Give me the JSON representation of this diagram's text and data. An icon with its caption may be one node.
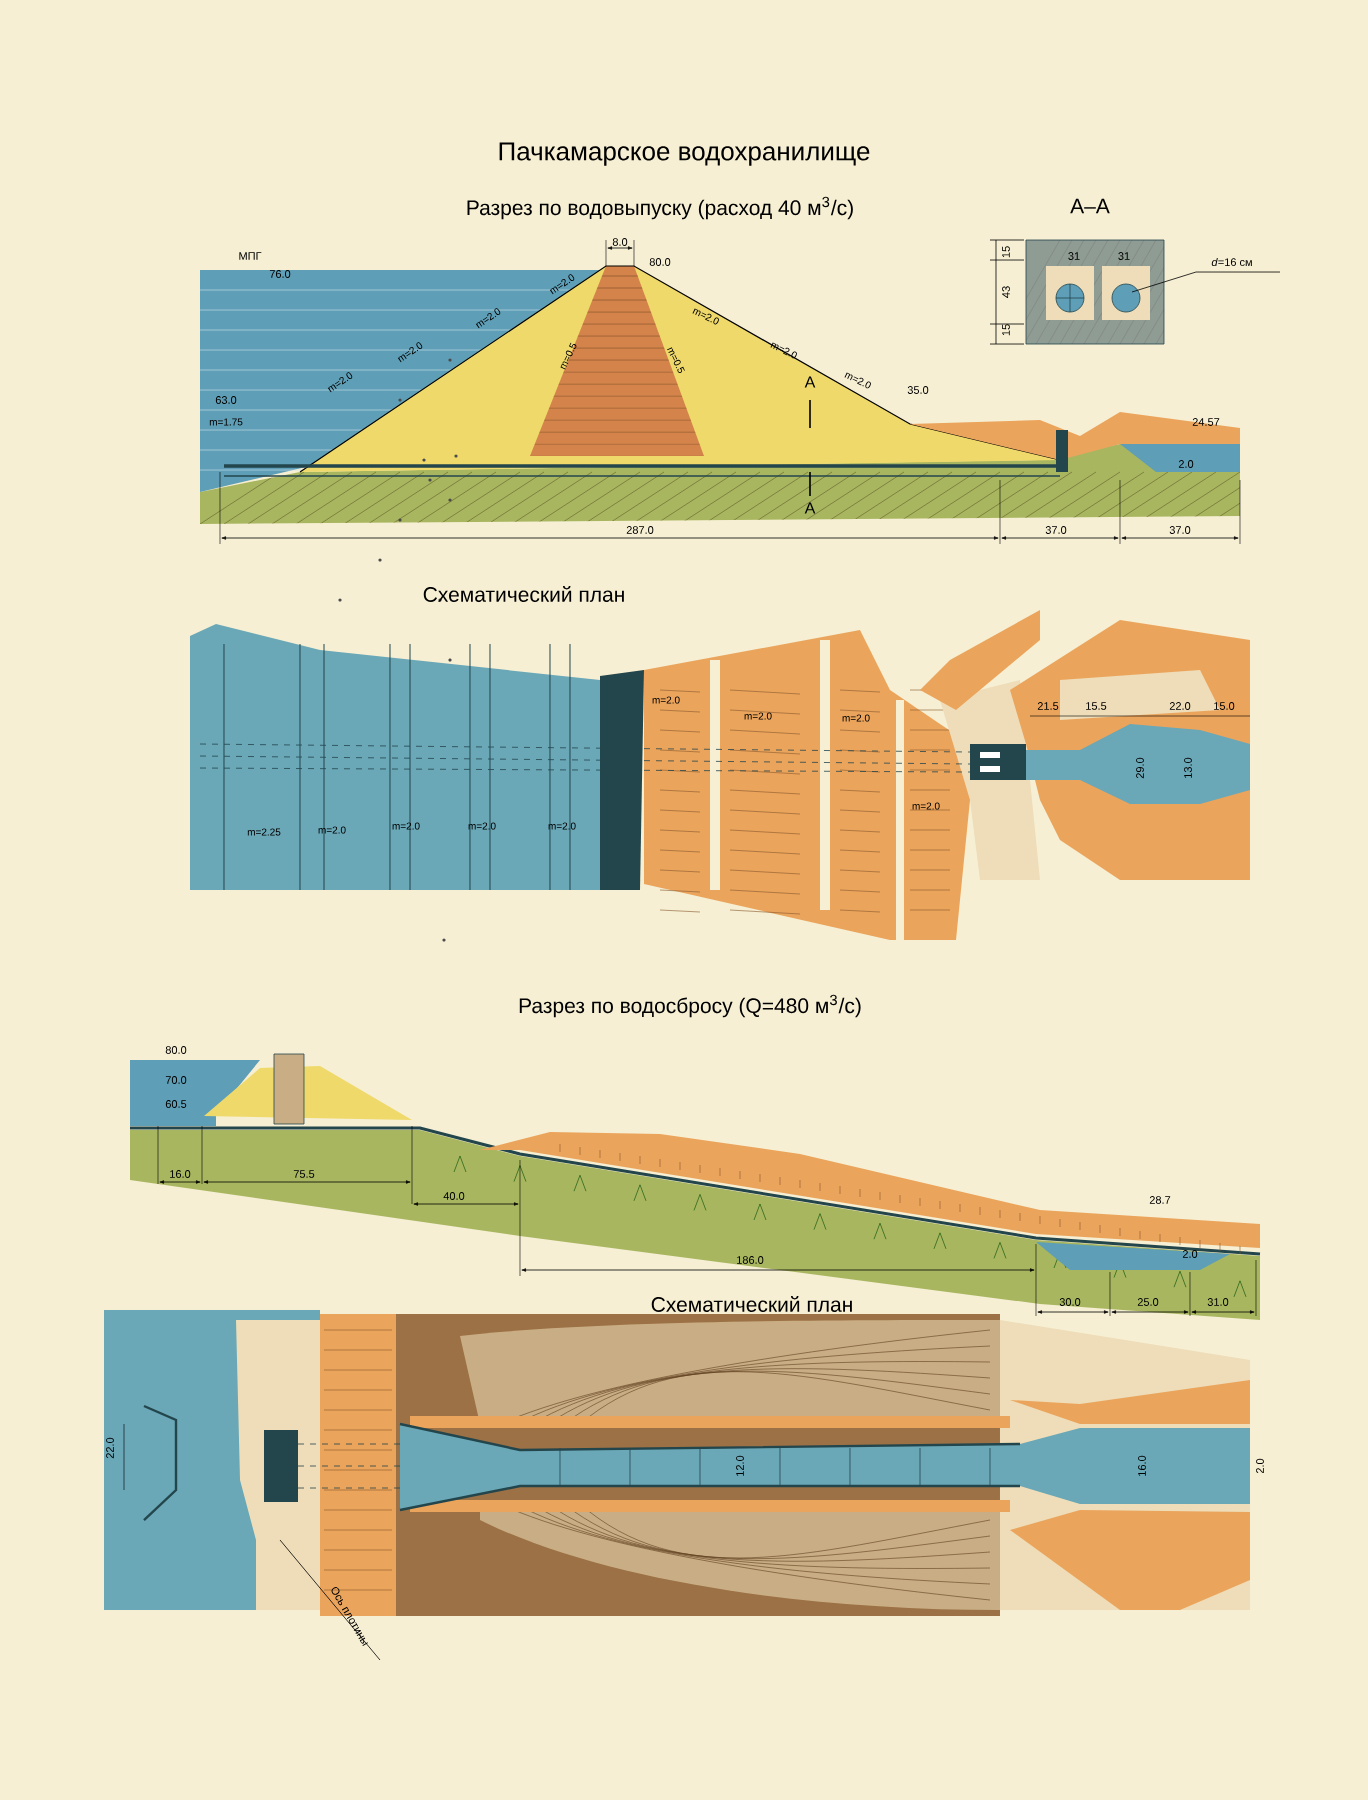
{
  "diagram": {
    "title": "Пачкамарское водохранилище",
    "labels": [
      "Разрез по водовыпуску (расход 40 м$^{3}$/с)",
      "А–А",
      "МПГ",
      "76.0",
      "8.0",
      "80.0",
      "15",
      "43",
      "15",
      "31",
      "31",
      "*d*=16 см",
      "m=2.0",
      "m=2.0",
      "m=2.0",
      "m=2.0",
      "m=0.5",
      "m=0.5",
      "m=2.0",
      "m=2.0",
      "m=2.0",
      "63.0",
      "m=1.75",
      "А",
      "А",
      "35.0",
      "24.57",
      "2.0",
      "287.0",
      "37.0",
      "37.0",
      "Схематический план",
      "m=2.25",
      "m=2.0",
      "m=2.0",
      "m=2.0",
      "m=2.0",
      "m=2.0",
      "m=2.0",
      "m=2.0",
      "21.5",
      "15.5",
      "22.0",
      "15.0",
      "29.0",
      "13.0",
      "m=2.0",
      "Разрез по водосбросу (Q=480 м$^{3}$/с)",
      "80.0",
      "70.0",
      "60.5",
      "16.0",
      "75.5",
      "40.0",
      "186.0",
      "28.7",
      "2.0",
      "30.0",
      "25.0",
      "31.0",
      "Схематический план",
      "22.0",
      "12.0",
      "16.0",
      "2.0",
      "Ось плотины"
    ]
  }
}
